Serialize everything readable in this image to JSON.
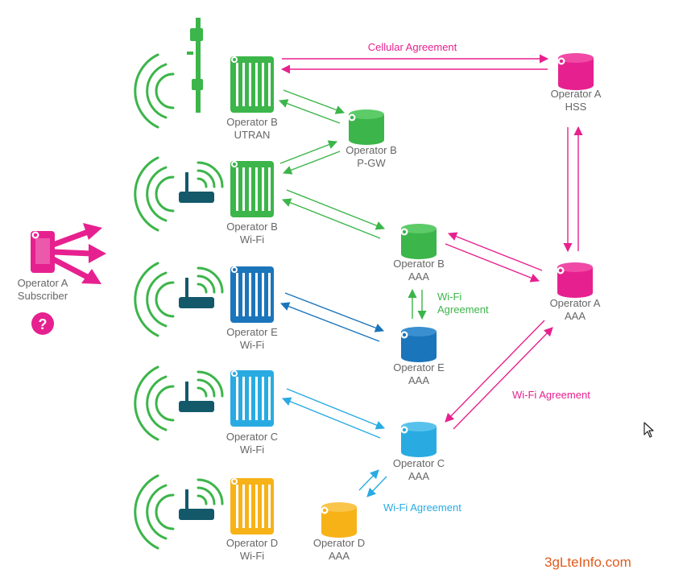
{
  "colors": {
    "magenta": "#e6218f",
    "green": "#3cb54a",
    "blue": "#1b75bb",
    "cyan": "#29abe2",
    "yellow": "#f7b218",
    "dark_teal": "#13596a",
    "label": "#666666",
    "watermark": "#e25a1c"
  },
  "subscriber": {
    "label_line1": "Operator A",
    "label_line2": "Subscriber",
    "unknown_glyph": "?",
    "icon": "phone-icon"
  },
  "access_networks": [
    {
      "id": "utran",
      "line1": "Operator B",
      "line2": "UTRAN",
      "icon": "cell-tower-icon"
    },
    {
      "id": "b-wifi",
      "line1": "Operator B",
      "line2": "Wi-Fi",
      "icon": "wifi-router-icon"
    },
    {
      "id": "e-wifi",
      "line1": "Operator E",
      "line2": "Wi-Fi",
      "icon": "wifi-router-icon"
    },
    {
      "id": "c-wifi",
      "line1": "Operator C",
      "line2": "Wi-Fi",
      "icon": "wifi-router-icon"
    },
    {
      "id": "d-wifi",
      "line1": "Operator D",
      "line2": "Wi-Fi",
      "icon": "wifi-router-icon"
    }
  ],
  "servers": [
    {
      "id": "a-hss",
      "line1": "Operator A",
      "line2": "HSS",
      "icon": "database-icon"
    },
    {
      "id": "b-pgw",
      "line1": "Operator B",
      "line2": "P-GW",
      "icon": "database-icon"
    },
    {
      "id": "b-aaa",
      "line1": "Operator B",
      "line2": "AAA",
      "icon": "database-icon"
    },
    {
      "id": "a-aaa",
      "line1": "Operator A",
      "line2": "AAA",
      "icon": "database-icon"
    },
    {
      "id": "e-aaa",
      "line1": "Operator E",
      "line2": "AAA",
      "icon": "database-icon"
    },
    {
      "id": "c-aaa",
      "line1": "Operator C",
      "line2": "AAA",
      "icon": "database-icon"
    },
    {
      "id": "d-aaa",
      "line1": "Operator D",
      "line2": "AAA",
      "icon": "database-icon"
    }
  ],
  "agreements": {
    "cellular": "Cellular Agreement",
    "wifi_b_e_line1": "Wi-Fi",
    "wifi_b_e_line2": "Agreement",
    "wifi_a_c": "Wi-Fi Agreement",
    "wifi_c_d": "Wi-Fi Agreement"
  },
  "watermark": "3gLteInfo.com"
}
